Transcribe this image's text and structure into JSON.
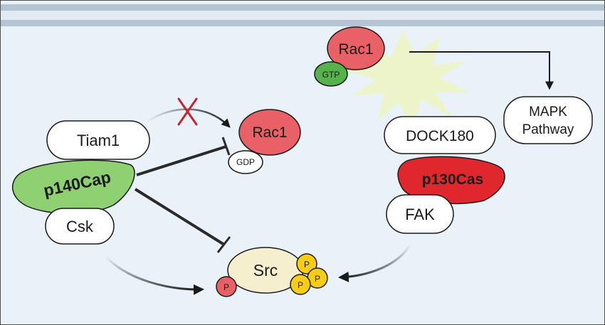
{
  "labels": {
    "rac1_gtp": "Rac1",
    "gtp": "GTP",
    "mapk_line1": "MAPK",
    "mapk_line2": "Pathway",
    "tiam1": "Tiam1",
    "p140cap": "p140Cap",
    "csk": "Csk",
    "rac1_gdp": "Rac1",
    "gdp": "GDP",
    "dock180": "DOCK180",
    "p130cas": "p130Cas",
    "fak": "FAK",
    "src": "Src",
    "phospho": "P"
  },
  "colors": {
    "background": "#e9f1f9",
    "membrane": "#b4c4d2",
    "rac1": "#e86166",
    "gtp": "#56b24a",
    "p140cap": "#8ed072",
    "p130cas": "#e0272e",
    "src": "#f5efcf",
    "phospho_yellow": "#f8cd16",
    "phospho_red": "#e86166",
    "activation_burst": "#eef3c6"
  }
}
